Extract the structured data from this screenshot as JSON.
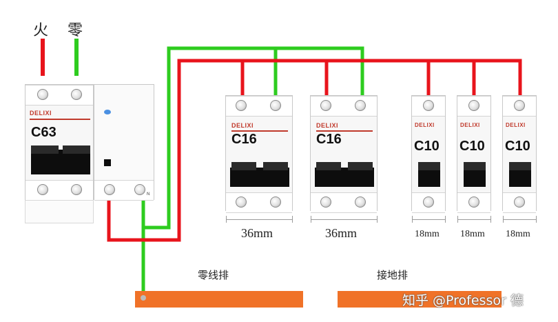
{
  "labels": {
    "live": "火",
    "neutral": "零"
  },
  "main_breaker": {
    "brand": "DELIXI",
    "rating": "C63",
    "terminal_mark": "N"
  },
  "breakers_36mm": [
    {
      "brand": "DELIXI",
      "rating": "C16",
      "width_label": "36mm"
    },
    {
      "brand": "DELIXI",
      "rating": "C16",
      "width_label": "36mm"
    }
  ],
  "breakers_18mm": [
    {
      "brand": "DELIXI",
      "rating": "C10",
      "width_label": "18mm"
    },
    {
      "brand": "DELIXI",
      "rating": "C10",
      "width_label": "18mm"
    },
    {
      "brand": "DELIXI",
      "rating": "C10",
      "width_label": "18mm"
    }
  ],
  "bars": {
    "neutral_bar": "零线排",
    "ground_bar": "接地排"
  },
  "watermark": "知乎 @Professor 德",
  "colors": {
    "live_wire": "#e8141c",
    "neutral_wire": "#2ecc1f",
    "bus_bar": "#f07228",
    "brand_red": "#c0392b"
  }
}
